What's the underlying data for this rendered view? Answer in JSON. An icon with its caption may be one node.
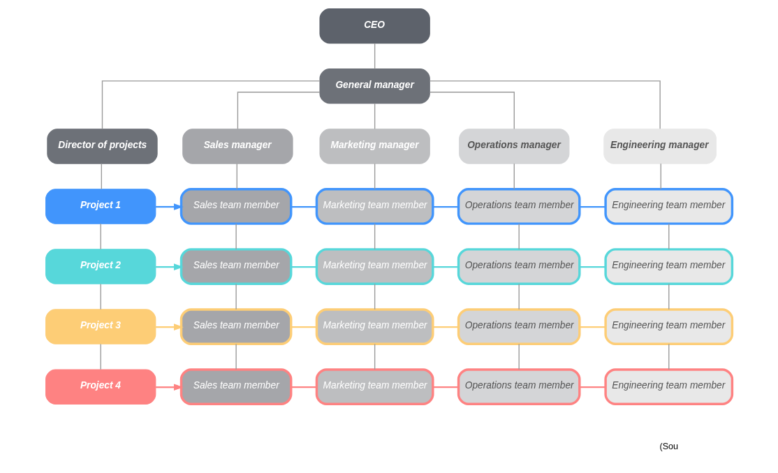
{
  "diagram": {
    "nodes": [
      {
        "text": [
          "CEO"
        ]
      },
      {
        "text": [
          "General manager"
        ]
      },
      {
        "text": [
          "Director of projects"
        ]
      },
      {
        "text": [
          "Sales manager"
        ]
      },
      {
        "text": [
          "Marketing manager"
        ]
      },
      {
        "text": [
          "Operations manager"
        ]
      },
      {
        "text": [
          "Engineering manager"
        ]
      },
      {
        "text": [
          "Project 1"
        ]
      },
      {
        "text": [
          "Sales team member"
        ]
      },
      {
        "text": [
          "Marketing team member"
        ]
      },
      {
        "text": [
          "Operations team member"
        ]
      },
      {
        "text": [
          "Engineering team member"
        ]
      },
      {
        "text": [
          "Project 2"
        ]
      },
      {
        "text": [
          "Sales team member"
        ]
      },
      {
        "text": [
          "Marketing team member"
        ]
      },
      {
        "text": [
          "Operations team member"
        ]
      },
      {
        "text": [
          "Engineering team member"
        ]
      },
      {
        "text": [
          "Project 3"
        ]
      },
      {
        "text": [
          "Sales team member"
        ]
      },
      {
        "text": [
          "Marketing team member"
        ]
      },
      {
        "text": [
          "Operations team member"
        ]
      },
      {
        "text": [
          "Engineering team member"
        ]
      },
      {
        "text": [
          "Project 4"
        ]
      },
      {
        "text": [
          "Sales team member"
        ]
      },
      {
        "text": [
          "Marketing team member"
        ]
      },
      {
        "text": [
          "Operations team member"
        ]
      },
      {
        "text": [
          "Engineering team member"
        ]
      }
    ],
    "edges": [
      {
        "from": 0,
        "to": 1,
        "arrow": "none"
      },
      {
        "from": 1,
        "to": 2,
        "arrow": "none"
      },
      {
        "from": 1,
        "to": 3,
        "arrow": "none"
      },
      {
        "from": 1,
        "to": 4,
        "arrow": "none"
      },
      {
        "from": 1,
        "to": 5,
        "arrow": "none"
      },
      {
        "from": 1,
        "to": 6,
        "arrow": "none"
      },
      {
        "from": 2,
        "to": 7,
        "arrow": "none"
      },
      {
        "from": 7,
        "to": 12,
        "arrow": "none"
      },
      {
        "from": 12,
        "to": 17,
        "arrow": "none"
      },
      {
        "from": 17,
        "to": 22,
        "arrow": "none"
      },
      {
        "from": 3,
        "to": 8,
        "arrow": "none"
      },
      {
        "from": 8,
        "to": 13,
        "arrow": "none"
      },
      {
        "from": 13,
        "to": 18,
        "arrow": "none"
      },
      {
        "from": 18,
        "to": 23,
        "arrow": "none"
      },
      {
        "from": 4,
        "to": 9,
        "arrow": "none"
      },
      {
        "from": 9,
        "to": 14,
        "arrow": "none"
      },
      {
        "from": 14,
        "to": 19,
        "arrow": "none"
      },
      {
        "from": 19,
        "to": 24,
        "arrow": "none"
      },
      {
        "from": 5,
        "to": 10,
        "arrow": "none"
      },
      {
        "from": 10,
        "to": 15,
        "arrow": "none"
      },
      {
        "from": 15,
        "to": 20,
        "arrow": "none"
      },
      {
        "from": 20,
        "to": 25,
        "arrow": "none"
      },
      {
        "from": 6,
        "to": 11,
        "arrow": "none"
      },
      {
        "from": 11,
        "to": 16,
        "arrow": "none"
      },
      {
        "from": 16,
        "to": 21,
        "arrow": "none"
      },
      {
        "from": 21,
        "to": 26,
        "arrow": "none"
      },
      {
        "from": 7,
        "to": 8,
        "arrow": "to",
        "color": "#4195fc"
      },
      {
        "from": 8,
        "to": 9,
        "arrow": "none",
        "color": "#4195fc"
      },
      {
        "from": 9,
        "to": 10,
        "arrow": "none",
        "color": "#4195fc"
      },
      {
        "from": 10,
        "to": 11,
        "arrow": "none",
        "color": "#4195fc"
      },
      {
        "from": 12,
        "to": 13,
        "arrow": "to",
        "color": "#57d7da"
      },
      {
        "from": 13,
        "to": 14,
        "arrow": "none",
        "color": "#57d7da"
      },
      {
        "from": 14,
        "to": 15,
        "arrow": "none",
        "color": "#57d7da"
      },
      {
        "from": 15,
        "to": 16,
        "arrow": "none",
        "color": "#57d7da"
      },
      {
        "from": 17,
        "to": 18,
        "arrow": "to",
        "color": "#fdcd76"
      },
      {
        "from": 18,
        "to": 19,
        "arrow": "none",
        "color": "#fdcd76"
      },
      {
        "from": 19,
        "to": 20,
        "arrow": "none",
        "color": "#fdcd76"
      },
      {
        "from": 20,
        "to": 21,
        "arrow": "none",
        "color": "#fdcd76"
      },
      {
        "from": 22,
        "to": 23,
        "arrow": "to",
        "color": "#fe8282"
      },
      {
        "from": 23,
        "to": 24,
        "arrow": "none",
        "color": "#fe8282"
      },
      {
        "from": 24,
        "to": 25,
        "arrow": "none",
        "color": "#fe8282"
      },
      {
        "from": 25,
        "to": 26,
        "arrow": "none",
        "color": "#fe8282"
      }
    ],
    "labels": [
      "(Sou"
    ]
  }
}
